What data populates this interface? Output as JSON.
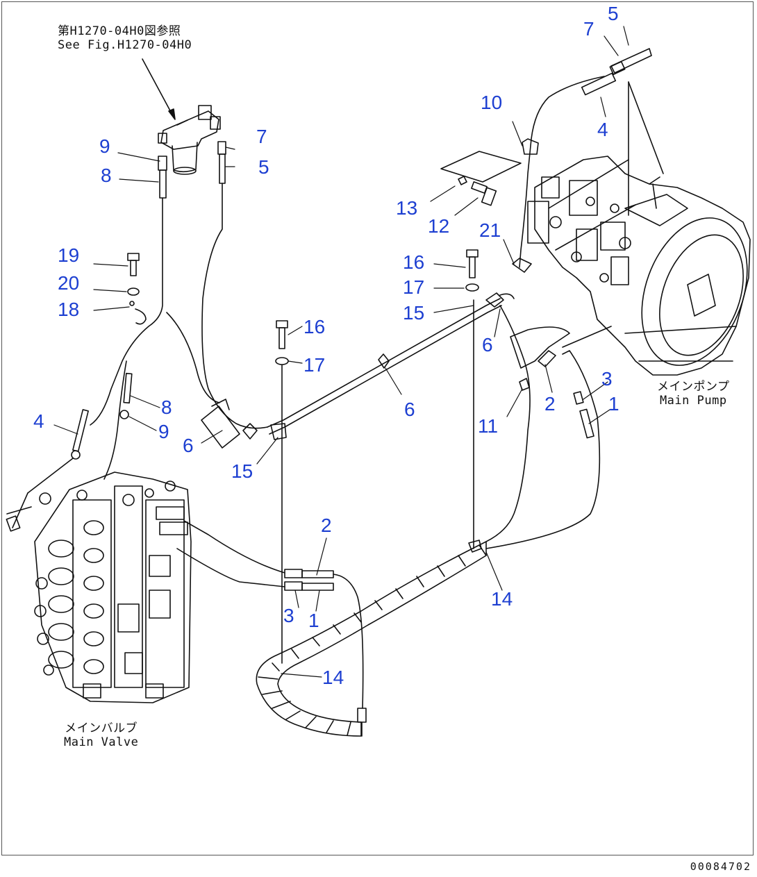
{
  "reference": {
    "jp": "第H1270-04H0図参照",
    "en": "See Fig.H1270-04H0"
  },
  "components": {
    "main_pump": {
      "jp": "メインポンプ",
      "en": "Main Pump"
    },
    "main_valve": {
      "jp": "メインバルブ",
      "en": "Main Valve"
    }
  },
  "drawing_number": "00084702",
  "callouts": [
    "5",
    "7",
    "10",
    "4",
    "13",
    "12",
    "21",
    "16",
    "17",
    "15",
    "6",
    "6",
    "2",
    "11",
    "3",
    "1",
    "9",
    "8",
    "7",
    "5",
    "19",
    "20",
    "18",
    "8",
    "9",
    "4",
    "6",
    "15",
    "16",
    "17",
    "2",
    "3",
    "1",
    "14",
    "14"
  ],
  "colors": {
    "callout": "#1d3fd1",
    "line": "#111111"
  }
}
